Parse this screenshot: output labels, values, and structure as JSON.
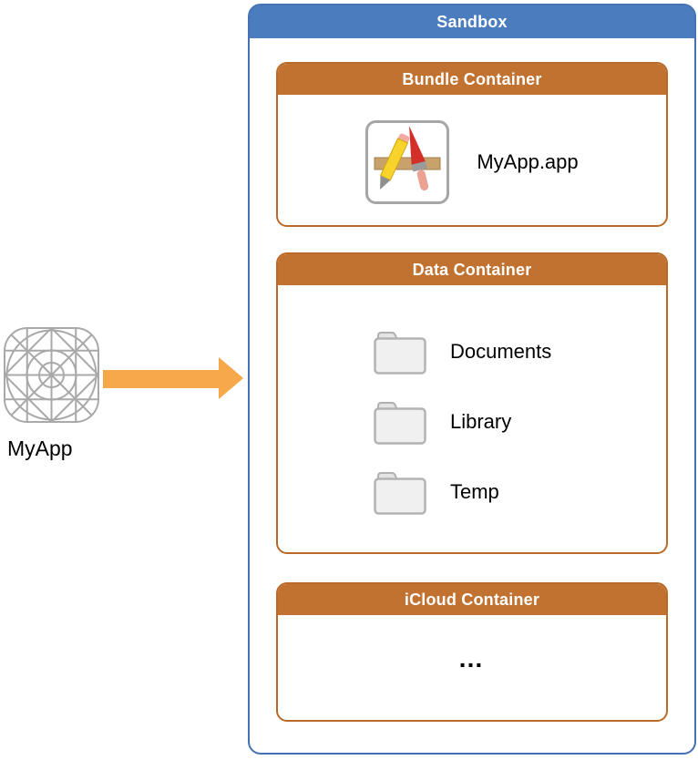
{
  "app": {
    "label": "MyApp"
  },
  "sandbox": {
    "title": "Sandbox",
    "bundle": {
      "title": "Bundle Container",
      "app_label": "MyApp.app"
    },
    "data": {
      "title": "Data Container",
      "folders": [
        "Documents",
        "Library",
        "Temp"
      ]
    },
    "icloud": {
      "title": "iCloud Container",
      "placeholder": "…"
    }
  },
  "colors": {
    "sandbox_header": "#4b7cbd",
    "sandbox_border": "#4472b4",
    "container_header": "#c17230",
    "container_border": "#b96a29",
    "arrow": "#f7a84a",
    "wireframe_stroke": "#a9a9a9",
    "folder_fill": "#f0f0f0",
    "folder_stroke": "#b3b3b3"
  }
}
